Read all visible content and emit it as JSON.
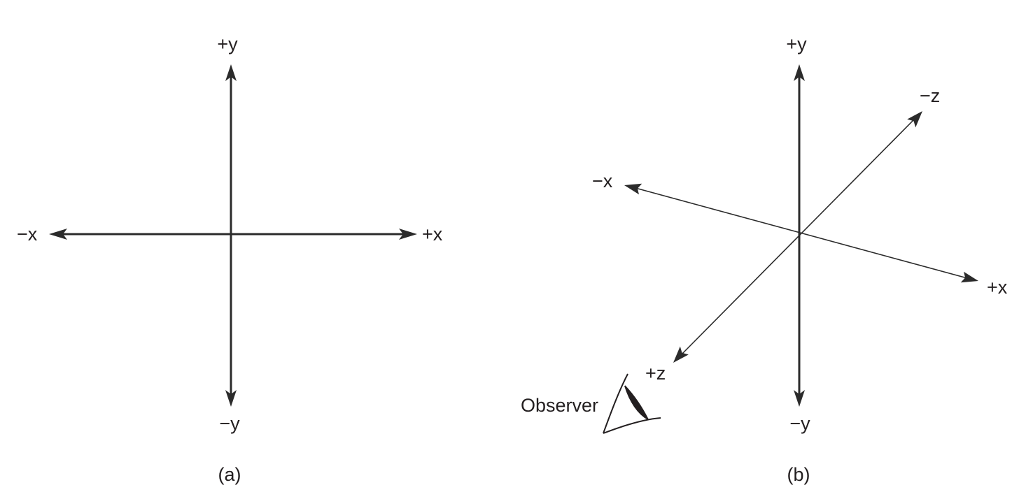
{
  "panel_a": {
    "labels": {
      "pos_y": "+y",
      "neg_y": "−y",
      "pos_x": "+x",
      "neg_x": "−x"
    },
    "caption": "(a)"
  },
  "panel_b": {
    "labels": {
      "pos_y": "+y",
      "neg_y": "−y",
      "pos_x": "+x",
      "neg_x": "−x",
      "pos_z": "+z",
      "neg_z": "−z"
    },
    "observer": "Observer",
    "caption": "(b)"
  },
  "colors": {
    "ink": "#231f20",
    "axis": "#2b2b2b"
  }
}
